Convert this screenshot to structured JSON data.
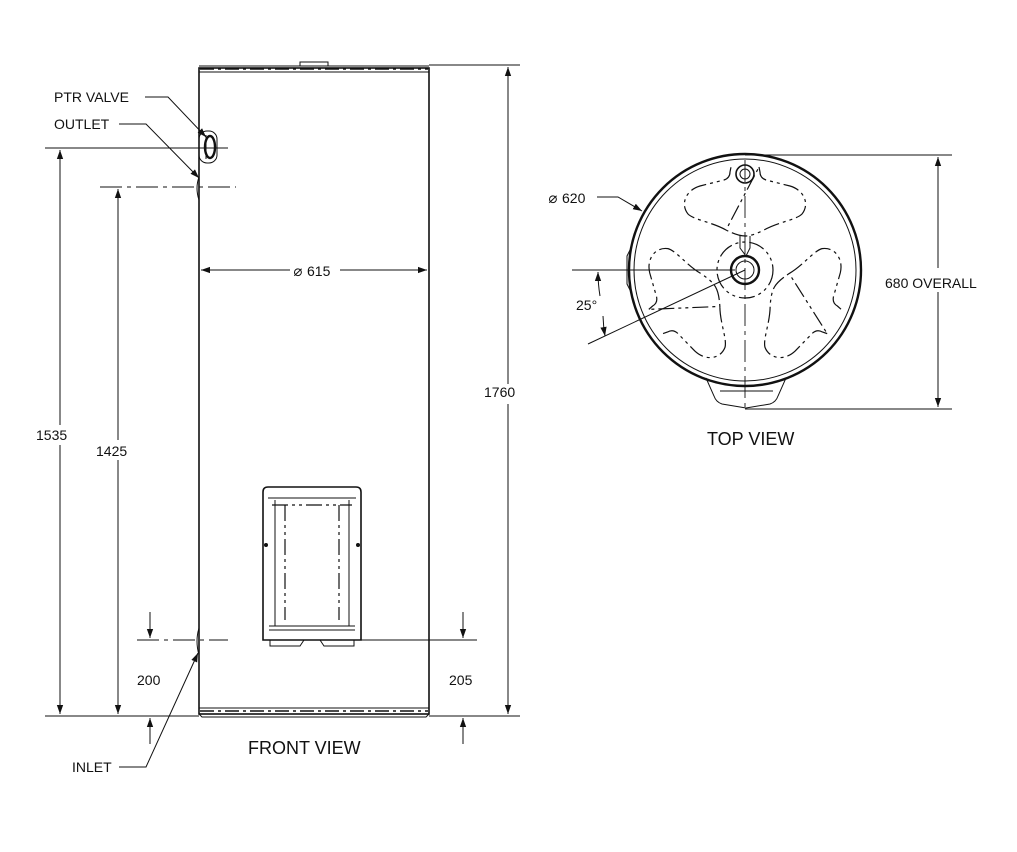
{
  "front_view": {
    "title": "FRONT VIEW",
    "labels": {
      "ptr_valve": "PTR VALVE",
      "outlet": "OUTLET",
      "inlet": "INLET"
    },
    "dimensions": {
      "diameter": "615",
      "overall_height": "1760",
      "ptr_height": "1535",
      "outlet_height": "1425",
      "inlet_height": "200",
      "panel_height": "205"
    }
  },
  "top_view": {
    "title": "TOP VIEW",
    "dimensions": {
      "diameter": "620",
      "overall_depth": "680 OVERALL",
      "angle": "25°"
    }
  },
  "symbols": {
    "diameter": "⌀"
  }
}
